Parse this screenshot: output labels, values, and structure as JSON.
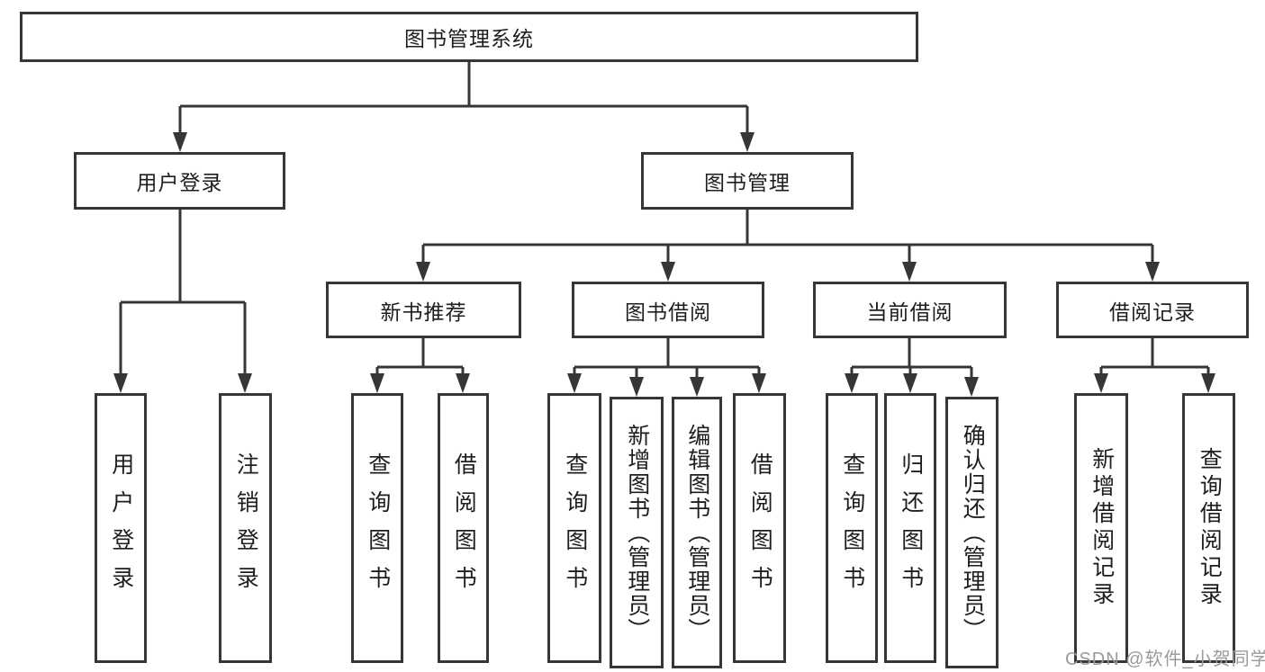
{
  "diagram": {
    "type": "hierarchy-tree",
    "orientation": "top-down"
  },
  "colors": {
    "background": "#ffffff",
    "line": "#363636",
    "box_border": "#363636",
    "text": "#1e1e1e",
    "watermark": "#9a9a9a"
  },
  "tree": {
    "root": {
      "label": "图书管理系统"
    },
    "branches": [
      {
        "label": "用户登录",
        "children": [
          {
            "label": "用户登录"
          },
          {
            "label": "注销登录"
          }
        ]
      },
      {
        "label": "图书管理",
        "children": [
          {
            "label": "新书推荐",
            "children": [
              {
                "label": "查询图书"
              },
              {
                "label": "借阅图书"
              }
            ]
          },
          {
            "label": "图书借阅",
            "children": [
              {
                "label": "查询图书"
              },
              {
                "label": "新增图书（管理员）"
              },
              {
                "label": "编辑图书（管理员）"
              },
              {
                "label": "借阅图书"
              }
            ]
          },
          {
            "label": "当前借阅",
            "children": [
              {
                "label": "查询图书"
              },
              {
                "label": "归还图书"
              },
              {
                "label": "确认归还（管理员）"
              }
            ]
          },
          {
            "label": "借阅记录",
            "children": [
              {
                "label": "新增借阅记录"
              },
              {
                "label": "查询借阅记录"
              }
            ]
          }
        ]
      }
    ]
  },
  "watermark": {
    "text": "CSDN @软件_小贺同学"
  }
}
